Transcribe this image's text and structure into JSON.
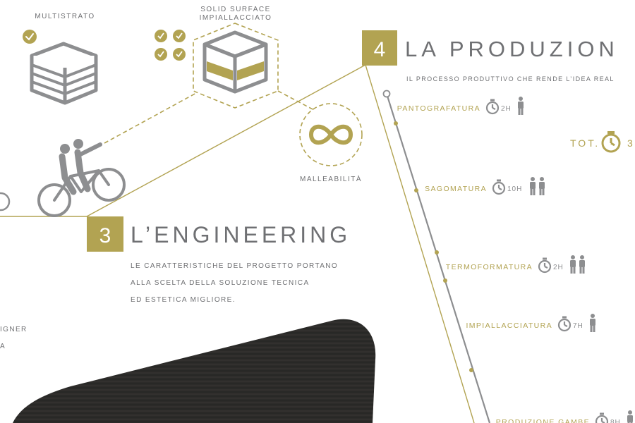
{
  "colors": {
    "gold": "#b2a352",
    "gray": "#8d8e90",
    "text": "#6f7073",
    "wood": "#2c2b29"
  },
  "materials": {
    "multistrato": "MULTISTRATO",
    "solid_surface_line1": "SOLID SURFACE",
    "solid_surface_line2": "IMPIALLACCIATO",
    "malleabilita": "MALLEABILITÀ"
  },
  "section3": {
    "number": "3",
    "title": "L’ENGINEERING",
    "desc_line1": "LE CARATTERISTICHE DEL PROGETTO PORTANO",
    "desc_line2": "ALLA SCELTA DELLA SOLUZIONE TECNICA",
    "desc_line3": "ED ESTETICA MIGLIORE."
  },
  "left_fragments": {
    "line1": "IGNER",
    "line2": "A"
  },
  "section4": {
    "number": "4",
    "title": "LA PRODUZION",
    "subtitle": "IL PROCESSO PRODUTTIVO CHE RENDE L’IDEA REAL",
    "total_label": "TOT.",
    "total_value": "3"
  },
  "steps": [
    {
      "name": "PANTOGRAFATURA",
      "time": "2H",
      "people": 1
    },
    {
      "name": "SAGOMATURA",
      "time": "10H",
      "people": 2
    },
    {
      "name": "TERMOFORMATURA",
      "time": "2H",
      "people": 2
    },
    {
      "name": "IMPIALLACCIATURA",
      "time": "7H",
      "people": 1
    },
    {
      "name": "PRODUZIONE GAMBE",
      "time": "8H",
      "people": 1
    }
  ]
}
